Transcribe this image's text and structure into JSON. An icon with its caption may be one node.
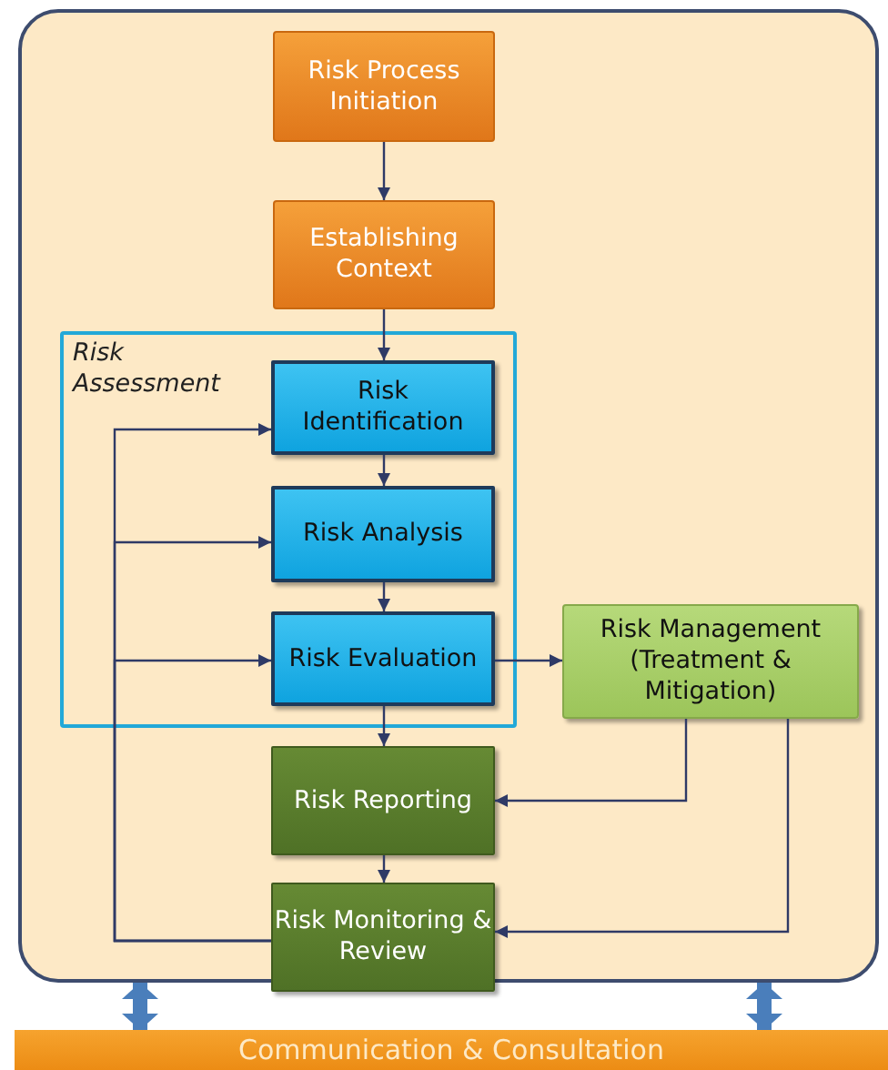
{
  "diagram": {
    "nodes": [
      {
        "text": [],
        "shape": "box"
      },
      {
        "text": [
          "Risk Process Initiation"
        ],
        "in": 0
      },
      {
        "text": [
          "Establishing Context"
        ],
        "in": 0
      },
      {
        "text": [
          "Risk Assessment"
        ],
        "in": 0
      },
      {
        "text": [
          "Risk Identification"
        ],
        "in": 3
      },
      {
        "text": [
          "Risk Analysis"
        ],
        "in": 3
      },
      {
        "text": [
          "Risk Evaluation"
        ],
        "in": 3
      },
      {
        "text": [
          "Risk Management",
          "(Treatment & Mitigation)"
        ],
        "in": 0
      },
      {
        "text": [
          "Risk Reporting"
        ],
        "in": 0
      },
      {
        "text": [
          "Risk Monitoring & Review"
        ],
        "in": 0
      },
      {
        "text": [
          "Communication & Consultation"
        ]
      }
    ],
    "edges": [
      {
        "from": 1,
        "to": 2,
        "arrow": "to"
      },
      {
        "from": 2,
        "to": 4,
        "arrow": "to"
      },
      {
        "from": 4,
        "to": 5,
        "arrow": "to"
      },
      {
        "from": 5,
        "to": 6,
        "arrow": "to"
      },
      {
        "from": 6,
        "to": 7,
        "arrow": "to"
      },
      {
        "from": 6,
        "to": 8,
        "arrow": "to"
      },
      {
        "from": 7,
        "to": 8,
        "arrow": "to"
      },
      {
        "from": 7,
        "to": 9,
        "arrow": "to"
      },
      {
        "from": 8,
        "to": 9,
        "arrow": "to"
      },
      {
        "from": 9,
        "to": 4,
        "arrow": "to"
      },
      {
        "from": 9,
        "to": 5,
        "arrow": "to"
      },
      {
        "from": 9,
        "to": 6,
        "arrow": "to"
      },
      {
        "from": 0,
        "to": 10,
        "arrow": "both",
        "style": "thick",
        "color": "#4a7ebb"
      },
      {
        "from": 0,
        "to": 10,
        "arrow": "both",
        "style": "thick",
        "color": "#4a7ebb"
      }
    ]
  }
}
